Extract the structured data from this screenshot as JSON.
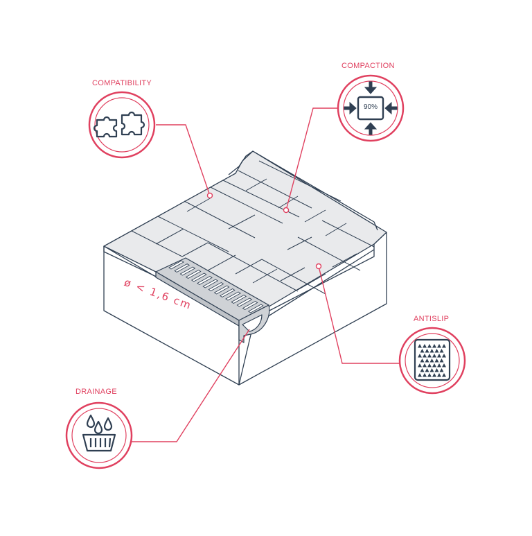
{
  "labels": {
    "compatibility": "COMPATIBILITY",
    "compaction": "COMPACTION",
    "antislip": "ANTISLIP",
    "drainage": "DRAINAGE"
  },
  "compaction_value": "90%",
  "dimension_label": "ø < 1,6 cm",
  "icons": {
    "compatibility": "puzzle-icon",
    "compaction": "compression-arrows-icon",
    "antislip": "triangle-grid-icon",
    "drainage": "water-drops-grate-icon"
  },
  "colors": {
    "accent": "#e0405f",
    "outline": "#2f3f52",
    "paver_fill": "#e9eaec",
    "grate_fill": "#cfd2d6"
  }
}
